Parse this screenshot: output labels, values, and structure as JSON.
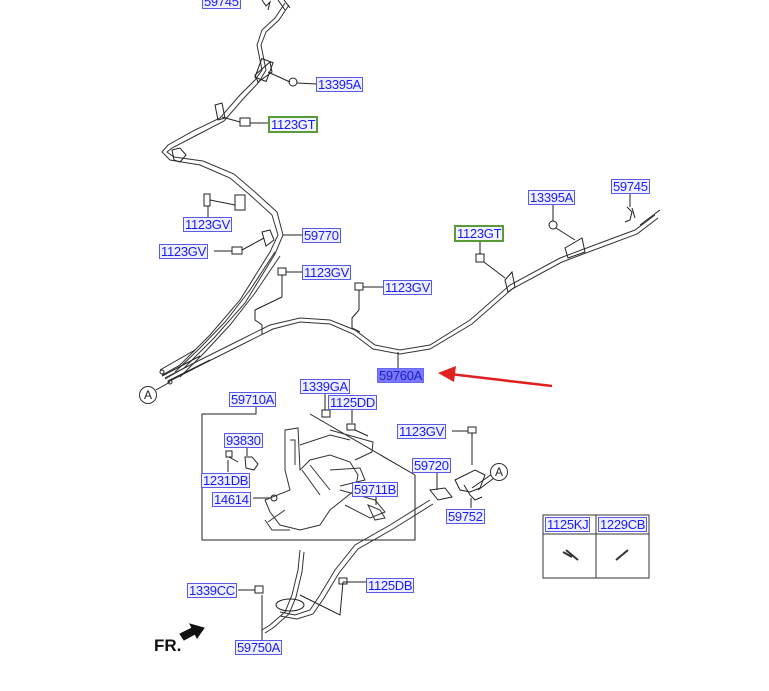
{
  "diagram": {
    "title": "Parking brake cable assembly exploded view",
    "labels": {
      "p59745_top": "59745",
      "p13395A_top": "13395A",
      "p1123GT_top": "1123GT",
      "p1123GV_1": "1123GV",
      "p1123GV_2": "1123GV",
      "p59770": "59770",
      "p1123GV_3": "1123GV",
      "p1123GV_4": "1123GV",
      "p13395A_right": "13395A",
      "p59745_right": "59745",
      "p1123GT_right": "1123GT",
      "p59760A": "59760A",
      "p1339GA": "1339GA",
      "p59710A": "59710A",
      "p1125DD": "1125DD",
      "p93830": "93830",
      "p1231DB": "1231DB",
      "p14614": "14614",
      "p1123GV_5": "1123GV",
      "p59720": "59720",
      "p59711B": "59711B",
      "p59752": "59752",
      "p1125KJ": "1125KJ",
      "p1229CB": "1229CB",
      "p1339CC": "1339CC",
      "p1125DB": "1125DB",
      "p59750A": "59750A"
    },
    "refs": {
      "a_left": "A",
      "a_right": "A"
    },
    "front_marker": "FR.",
    "highlighted_part": "59760A",
    "colors": {
      "label_text": "#1a1aff",
      "label_border": "#5a5ae8",
      "green_border": "#5a9a3a",
      "highlight_bg": "#7777ff",
      "arrow": "#e02020"
    }
  }
}
